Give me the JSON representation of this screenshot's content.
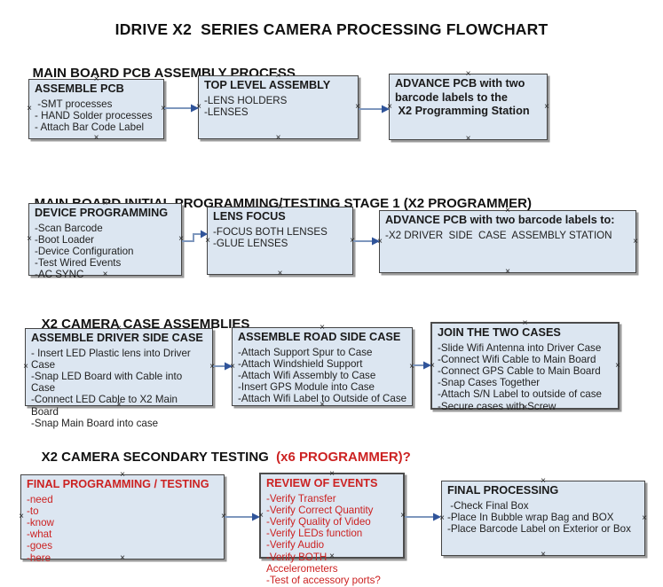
{
  "title": "IDRIVE X2  SERIES CAMERA PROCESSING FLOWCHART",
  "colors": {
    "box_fill": "#dce6f1",
    "box_border": "#444444",
    "box_shadow": "#9b9b9b",
    "arrow_line": "#7e97bd",
    "arrow_head": "#30549a",
    "red_text": "#cc2222",
    "black_text": "#111111"
  },
  "sections": [
    {
      "heading": "MAIN BOARD PCB ASSEMBLY PROCESS",
      "boxes": [
        {
          "title": "ASSEMBLE PCB",
          "items": [
            " -SMT processes",
            "- HAND Solder processes",
            "- Attach Bar Code Label"
          ]
        },
        {
          "title": "TOP LEVEL ASSEMBLY",
          "items": [
            "-LENS HOLDERS",
            "-LENSES"
          ]
        },
        {
          "title": "ADVANCE PCB with two\nbarcode labels to the\n X2 Programming Station",
          "items": []
        }
      ]
    },
    {
      "heading": "MAIN BOARD INITIAL PROGRAMMING/TESTING STAGE 1 (X2 PROGRAMMER)",
      "boxes": [
        {
          "title": "DEVICE PROGRAMMING",
          "items": [
            "-Scan Barcode",
            "-Boot Loader",
            "-Device Configuration",
            "-Test Wired Events",
            "-AC SYNC"
          ]
        },
        {
          "title": "LENS FOCUS",
          "items": [
            "-FOCUS BOTH LENSES",
            "-GLUE LENSES"
          ]
        },
        {
          "title": "ADVANCE PCB with two barcode labels to:",
          "items": [
            "-X2 DRIVER  SIDE  CASE  ASSEMBLY STATION"
          ]
        }
      ]
    },
    {
      "heading": "X2 CAMERA CASE ASSEMBLIES",
      "boxes": [
        {
          "title": "ASSEMBLE DRIVER SIDE CASE",
          "items": [
            "- Insert LED Plastic lens into Driver Case",
            "-Snap LED Board with Cable into Case",
            "-Connect LED Cable to X2 Main Board",
            "-Snap Main Board into case"
          ]
        },
        {
          "title": "ASSEMBLE ROAD SIDE CASE",
          "items": [
            "-Attach Support Spur to Case",
            "-Attach Windshield Support",
            "-Attach Wifi Assembly to Case",
            "-Insert GPS Module into Case",
            "-Attach Wifi Label to Outside of Case"
          ]
        },
        {
          "title": "JOIN THE TWO CASES",
          "items": [
            "-Slide Wifi Antenna into Driver Case",
            "-Connect Wifi Cable to Main Board",
            "-Connect GPS Cable to Main Board",
            "-Snap Cases Together",
            "-Attach S/N Label to outside of case",
            "-Secure cases with Screw"
          ]
        }
      ]
    },
    {
      "heading": "X2 CAMERA SECONDARY TESTING",
      "heading_suffix": "  (x6 PROGRAMMER)?",
      "boxes": [
        {
          "title": "FINAL PROGRAMMING / TESTING",
          "items": [
            "-need",
            "-to",
            "-know",
            "-what",
            "-goes",
            "-here"
          ]
        },
        {
          "title": "REVIEW OF EVENTS",
          "items": [
            "-Verify Transfer",
            "-Verify Correct Quantity",
            "-Verify Quality of Video",
            "-Verify LEDs function",
            "-Verify Audio",
            "-Verify BOTH Accelerometers",
            "-Test of accessory ports?"
          ]
        },
        {
          "title": "FINAL PROCESSING",
          "items": [
            " -Check Final Box",
            "-Place In Bubble wrap Bag and BOX",
            "-Place Barcode Label on Exterior or Box"
          ]
        }
      ]
    }
  ],
  "connectors": [
    {
      "from": "ASSEMBLE PCB",
      "to": "TOP LEVEL ASSEMBLY"
    },
    {
      "from": "TOP LEVEL ASSEMBLY",
      "to": "ADVANCE PCB with two barcode labels to the X2 Programming Station"
    },
    {
      "from": "DEVICE PROGRAMMING",
      "to": "LENS FOCUS"
    },
    {
      "from": "LENS FOCUS",
      "to": "ADVANCE PCB with two barcode labels to:"
    },
    {
      "from": "ASSEMBLE DRIVER SIDE CASE",
      "to": "ASSEMBLE ROAD SIDE CASE"
    },
    {
      "from": "ASSEMBLE ROAD SIDE CASE",
      "to": "JOIN THE TWO CASES"
    },
    {
      "from": "FINAL PROGRAMMING / TESTING",
      "to": "REVIEW OF EVENTS"
    },
    {
      "from": "REVIEW OF EVENTS",
      "to": "FINAL PROCESSING"
    }
  ]
}
